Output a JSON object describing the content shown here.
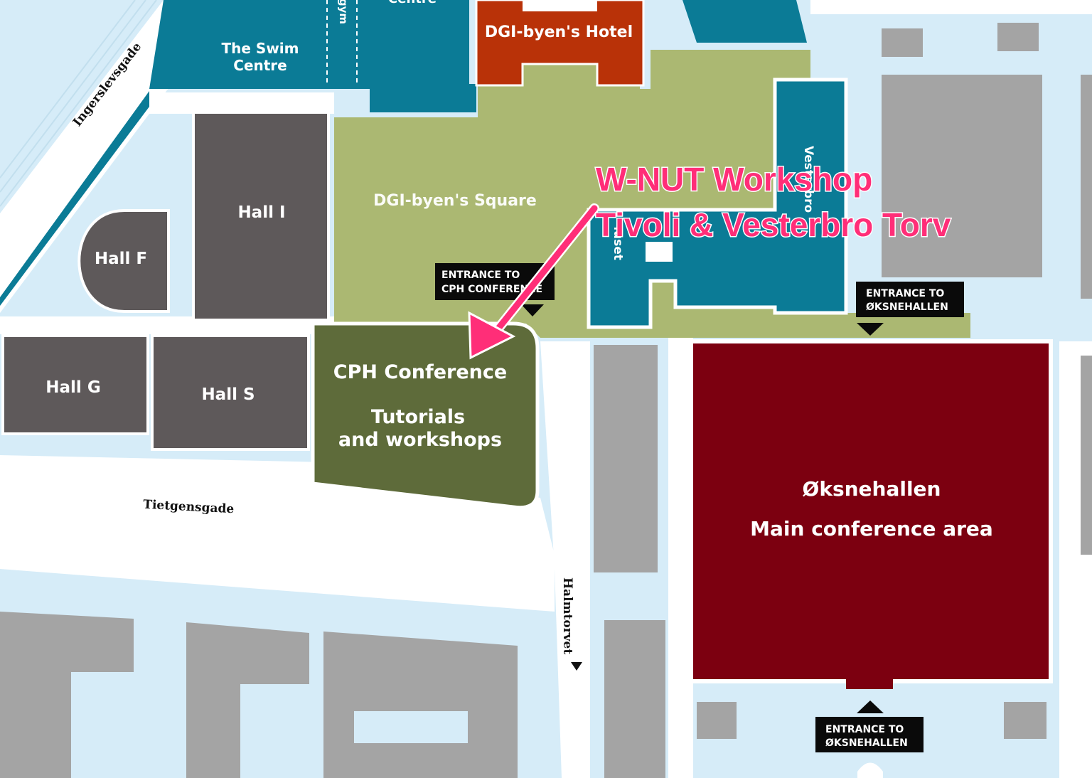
{
  "colors": {
    "background": "#d6ecf8",
    "road": "#ffffff",
    "pool": "#0b7b96",
    "hall": "#5e595a",
    "square": "#abb872",
    "conference": "#5e6b3a",
    "hotel": "#b93208",
    "oksnehallen": "#7c0010",
    "neighbor": "#a4a4a4",
    "annotation": "#ff2e78",
    "label_box": "#0a0a0a"
  },
  "buildings": {
    "top_partial": "Centre",
    "gym_partial": "gym",
    "swim_centre": [
      "The Swim",
      "Centre"
    ],
    "hotel": "DGI-byen's Hotel",
    "square": "DGI-byen's Square",
    "hall_i": "Hall I",
    "hall_f": "Hall F",
    "hall_g": "Hall G",
    "hall_s": "Hall S",
    "cph_conference": {
      "title": "CPH Conference",
      "subtitle_lines": [
        "Tutorials",
        "and workshops"
      ]
    },
    "spisehuset": "Spisehuset",
    "vesterbro": "Vesterbro",
    "oksnehallen": {
      "title": "Øksnehallen",
      "subtitle": "Main conference area"
    }
  },
  "roads": {
    "ingerslevsgade": "Ingerslevsgade",
    "tietgensgade": "Tietgensgade",
    "halmtorvet": "Halmtorvet"
  },
  "entrances": {
    "cph": [
      "ENTRANCE TO",
      "CPH CONFERENCE"
    ],
    "oksne_top": [
      "ENTRANCE TO",
      "ØKSNEHALLEN"
    ],
    "oksne_bottom": [
      "ENTRANCE TO",
      "ØKSNEHALLEN"
    ]
  },
  "annotation": {
    "line1": "W-NUT Workshop",
    "line2": "Tivoli & Vesterbro Torv"
  }
}
